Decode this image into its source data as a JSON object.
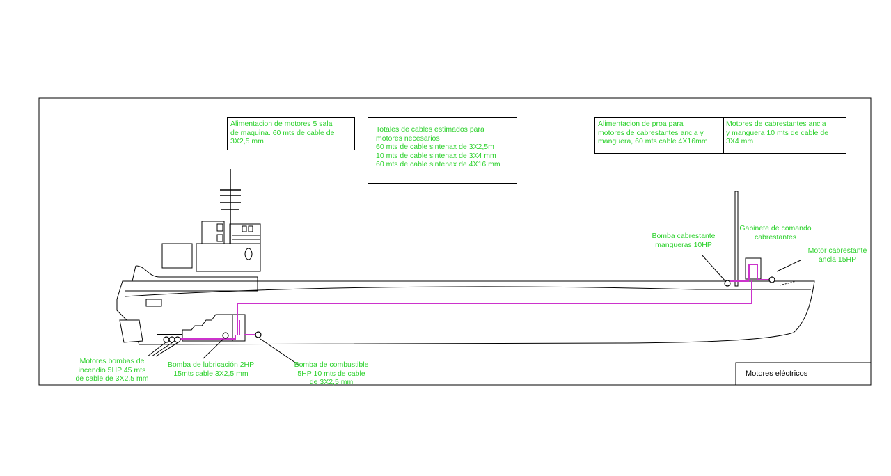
{
  "colors": {
    "line": "#000000",
    "cable": "#cc33cc",
    "label": "#2bd12b",
    "background": "#ffffff"
  },
  "title_block": {
    "text": "Motores eléctricos"
  },
  "info_boxes": [
    {
      "lines": [
        "Alimentacion de motores 5 sala",
        "de maquina. 60 mts de cable de",
        "3X2,5 mm"
      ]
    },
    {
      "lines": [
        "Totales de cables estimados para",
        "motores necesarios",
        "60 mts de cable sintenax de 3X2,5m",
        "10 mts de cable sintenax de 3X4 mm",
        "60 mts de cable sintenax de 4X16 mm"
      ]
    },
    {
      "lines": [
        "Alimentacion de proa para",
        "motores de cabrestantes ancla y",
        "manguera, 60 mts cable 4X16mm"
      ]
    },
    {
      "lines": [
        "Motores de cabrestantes ancla",
        "y manguera 10 mts de cable de",
        "3X4 mm"
      ]
    }
  ],
  "labels": [
    {
      "lines": [
        "Bomba cabrestante",
        "mangueras 10HP"
      ]
    },
    {
      "lines": [
        "Gabinete de comando",
        "cabrestantes"
      ]
    },
    {
      "lines": [
        "Motor cabrestante",
        "ancla 15HP"
      ]
    },
    {
      "lines": [
        "Motores bombas de",
        "incendio 5HP 45 mts",
        "de cable de 3X2,5 mm"
      ]
    },
    {
      "lines": [
        "Bomba de lubricación 2HP",
        "15mts cable 3X2,5 mm"
      ]
    },
    {
      "lines": [
        "Bomba de combustible",
        "5HP 10 mts de cable",
        "de 3X2,5 mm"
      ]
    }
  ]
}
